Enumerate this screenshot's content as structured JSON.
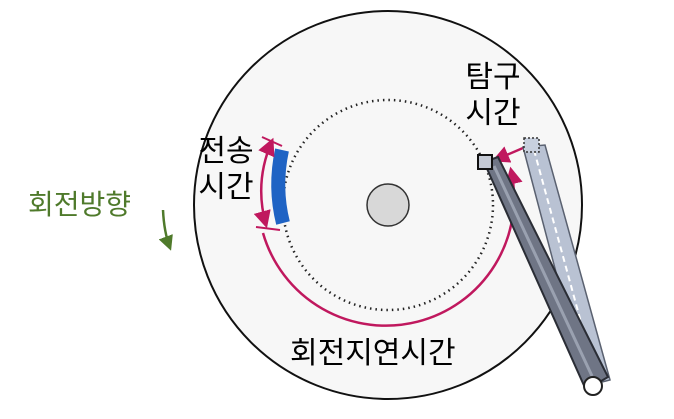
{
  "labels": {
    "seek_time_line1": "탐구",
    "seek_time_line2": "시간",
    "transfer_time_line1": "전송",
    "transfer_time_line2": "시간",
    "rotation_direction": "회전방향",
    "rotational_latency": "회전지연시간"
  },
  "colors": {
    "disk_fill": "#f7f7f7",
    "outline": "#111111",
    "arrow": "#c0185e",
    "sector": "#1f63c4",
    "rotation_text": "#4f7a2b",
    "arm_dark": "#6f7585",
    "arm_light": "#b9c2d3"
  }
}
